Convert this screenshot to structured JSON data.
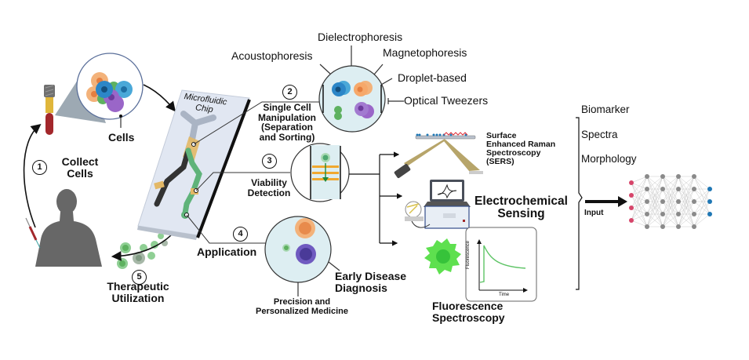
{
  "title": "Microfluidic single-cell workflow with sensing and neural network analysis",
  "steps": [
    {
      "number": "1",
      "label_line1": "Collect",
      "label_line2": "Cells"
    },
    {
      "number": "2",
      "label_line1": "Single Cell",
      "label_line2": "Manipulation",
      "label_line3": "(Separation",
      "label_line4": "and Sorting)"
    },
    {
      "number": "3",
      "label_line1": "Viability",
      "label_line2": "Detection"
    },
    {
      "number": "4",
      "label_line1": "Application"
    },
    {
      "number": "5",
      "label_line1": "Therapeutic",
      "label_line2": "Utilization"
    }
  ],
  "cells_label": "Cells",
  "chip_label_line1": "Microfluidic",
  "chip_label_line2": "Chip",
  "manipulation_methods": [
    "Dielectrophoresis",
    "Acoustophoresis",
    "Magnetophoresis",
    "Droplet-based",
    "Optical Tweezers"
  ],
  "applications": {
    "early_line1": "Early Disease",
    "early_line2": "Diagnosis",
    "precision_line1": "Precision and",
    "precision_line2": "Personalized Medicine"
  },
  "sensing": {
    "sers_line1": "Surface",
    "sers_line2": "Enhanced Raman",
    "sers_line3": "Spectroscopy",
    "sers_line4": "(SERS)",
    "echem_line1": "Electrochemical",
    "echem_line2": "Sensing",
    "fluor_line1": "Fluorescence",
    "fluor_line2": "Spectroscopy",
    "fluor_plot_ylabel": "Fluorescence",
    "fluor_plot_xlabel": "Time"
  },
  "outputs": [
    "Biomarker",
    "Spectra",
    "Morphology"
  ],
  "input_label": "Input",
  "neural_network": {
    "layers": [
      4,
      5,
      5,
      5,
      5,
      3
    ],
    "input_color": "#d6456a",
    "hidden_color": "#8a8a8a",
    "output_color": "#1f77b4"
  },
  "colors": {
    "green_label": "#1e9a4a",
    "chip_bg": "#e1e7f2",
    "chamber_bg": "#ddeef2",
    "channel_green": "#5fb37a",
    "channel_dark": "#333333",
    "electrode_gold": "#e3b866"
  }
}
